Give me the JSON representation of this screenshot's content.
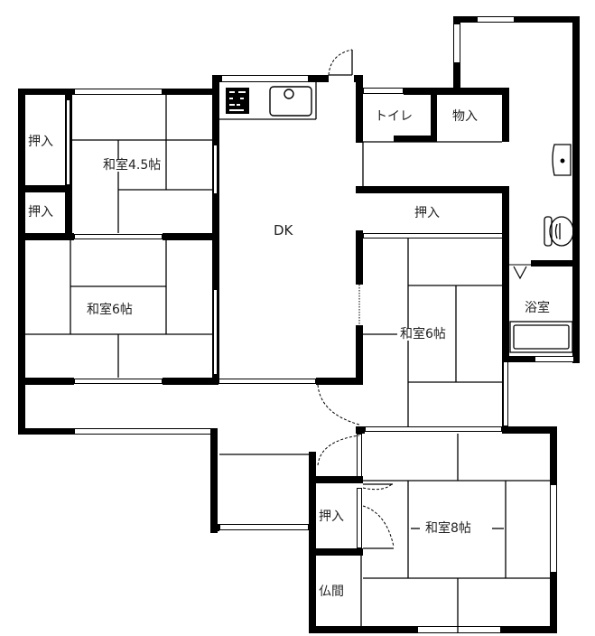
{
  "floor_plan": {
    "type": "Japanese residential floor plan",
    "rooms": [
      {
        "id": "washitsu-4-5",
        "label": "和室4.5帖",
        "type": "tatami room",
        "size_jo": 4.5
      },
      {
        "id": "washitsu-6-west",
        "label": "和室6帖",
        "type": "tatami room",
        "size_jo": 6
      },
      {
        "id": "dk",
        "label": "DK",
        "type": "dining kitchen"
      },
      {
        "id": "washitsu-6-east",
        "label": "和室6帖",
        "type": "tatami room",
        "size_jo": 6
      },
      {
        "id": "washitsu-8",
        "label": "和室8帖",
        "type": "tatami room",
        "size_jo": 8
      },
      {
        "id": "toilet",
        "label": "トイレ",
        "type": "toilet"
      },
      {
        "id": "storage",
        "label": "物入",
        "type": "storage"
      },
      {
        "id": "bath",
        "label": "浴室",
        "type": "bathroom"
      },
      {
        "id": "butsuma",
        "label": "仏間",
        "type": "altar room"
      },
      {
        "id": "oshiire-1",
        "label": "押入",
        "type": "closet"
      },
      {
        "id": "oshiire-2",
        "label": "押入",
        "type": "closet"
      },
      {
        "id": "oshiire-3",
        "label": "押入",
        "type": "closet"
      },
      {
        "id": "oshiire-4",
        "label": "押入",
        "type": "closet"
      }
    ],
    "labels": {
      "washitsu_4_5": "和室4.5帖",
      "washitsu_6_west": "和室6帖",
      "dk": "DK",
      "washitsu_6_east": "和室6帖",
      "washitsu_8": "和室8帖",
      "toilet": "トイレ",
      "storage": "物入",
      "bath": "浴室",
      "butsuma": "仏間",
      "oshiire_nw_upper": "押入",
      "oshiire_nw_lower": "押入",
      "oshiire_center": "押入",
      "oshiire_south": "押入"
    },
    "fixtures": [
      "stove",
      "kitchen-sink",
      "wash-basin",
      "toilet-bowl",
      "bathtub"
    ],
    "colors": {
      "wall": "#000000",
      "background": "#ffffff",
      "text": "#222222"
    }
  }
}
